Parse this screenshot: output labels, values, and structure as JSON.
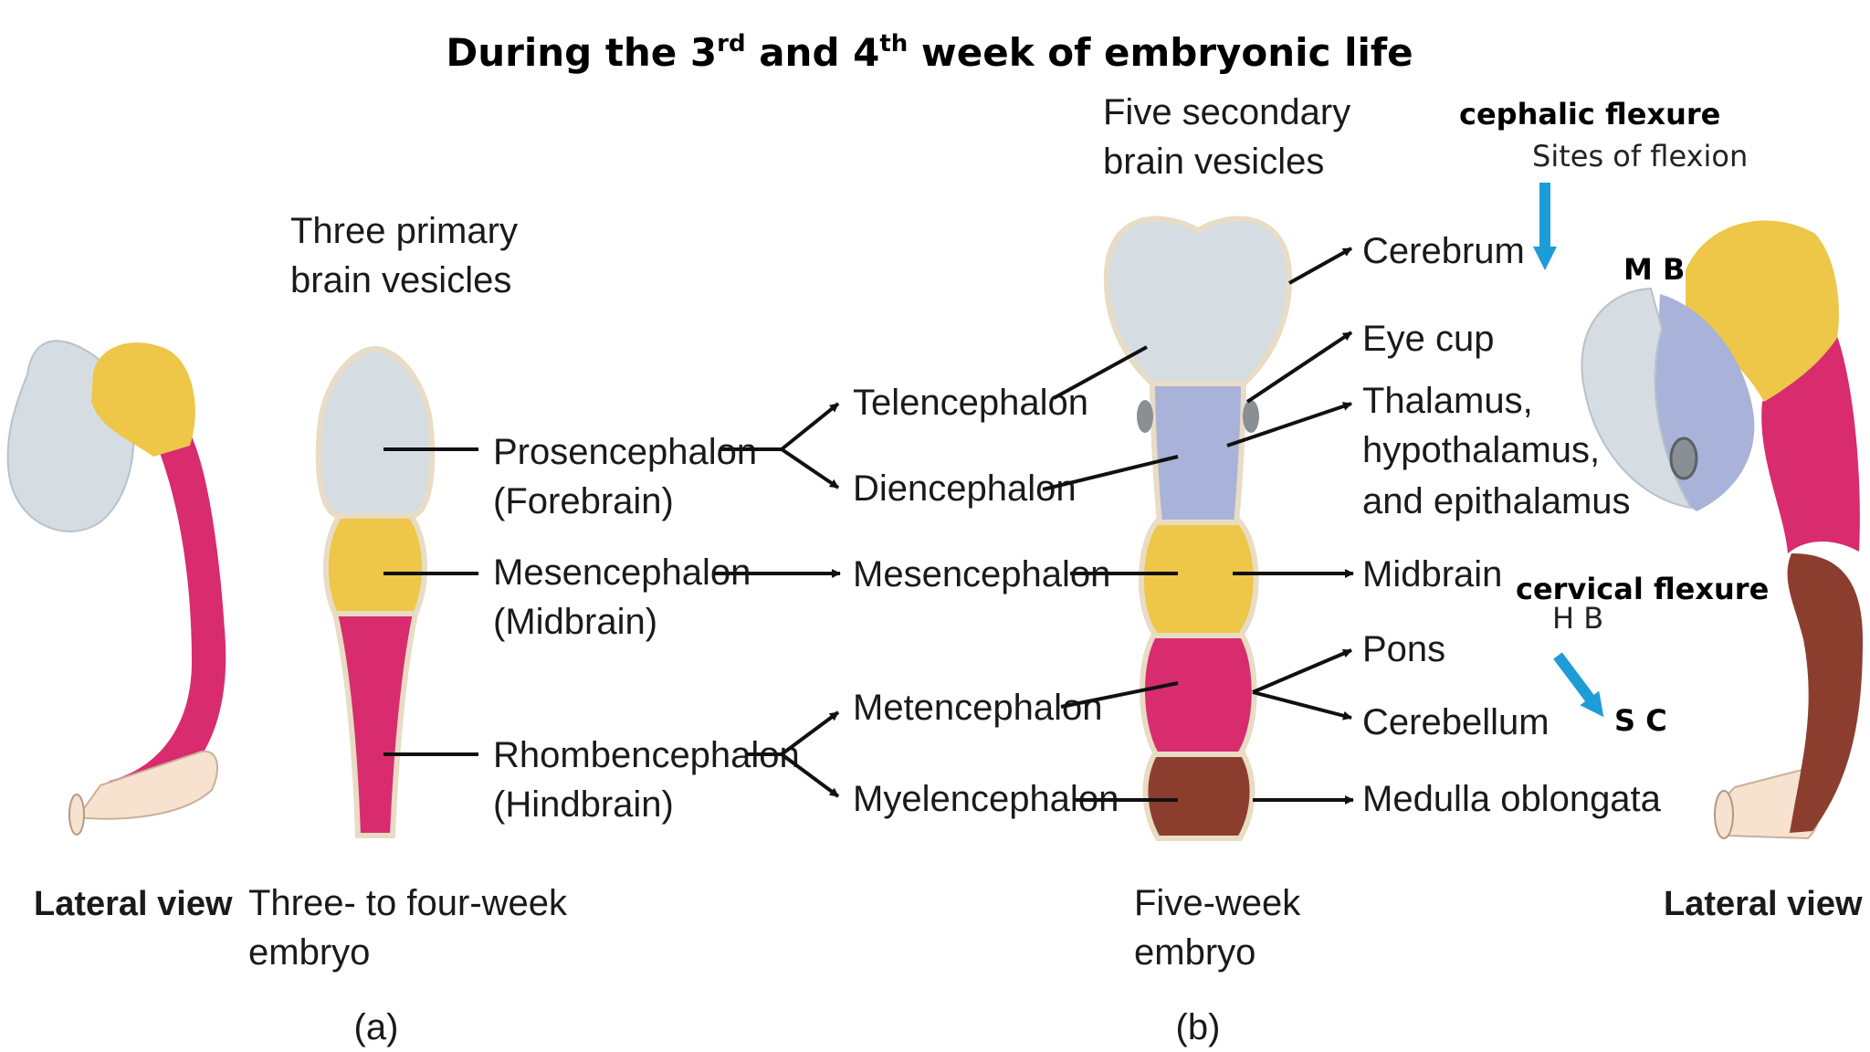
{
  "title": {
    "pre": "During the 3",
    "sup1": "rd",
    "mid": " and 4",
    "sup2": "th",
    "post": " week of embryonic life"
  },
  "left_view": {
    "caption": "Lateral view"
  },
  "stage_a": {
    "heading_1": "Three primary",
    "heading_2": "brain vesicles",
    "vesicles": [
      {
        "name": "Prosencephalon",
        "alt": "(Forebrain)"
      },
      {
        "name": "Mesencephalon",
        "alt": "(Midbrain)"
      },
      {
        "name": "Rhombencephalon",
        "alt": "(Hindbrain)"
      }
    ],
    "caption_1": "Three- to four-week",
    "caption_2": "embryo",
    "panel": "(a)"
  },
  "secondary": [
    "Telencephalon",
    "Diencephalon",
    "Mesencephalon",
    "Metencephalon",
    "Myelencephalon"
  ],
  "stage_b": {
    "heading_1": "Five secondary",
    "heading_2": "brain vesicles",
    "caption_1": "Five-week",
    "caption_2": "embryo",
    "panel": "(b)"
  },
  "adult_structures": {
    "cerebrum": "Cerebrum",
    "eye_cup": "Eye cup",
    "thalamus_1": "Thalamus,",
    "thalamus_2": "hypothalamus,",
    "thalamus_3": "and epithalamus",
    "midbrain": "Midbrain",
    "pons": "Pons",
    "cerebellum": "Cerebellum",
    "medulla": "Medulla oblongata"
  },
  "flexures": {
    "cephalic": "cephalic flexure",
    "sites": "Sites of flexion",
    "mb": "M B",
    "cervical": "cervical flexure",
    "hb": "H B",
    "sc": "S C"
  },
  "right_view": {
    "caption": "Lateral view"
  },
  "colors": {
    "forebrain": "#d5dde3",
    "midbrain": "#eec648",
    "hindbrain": "#d82c6e",
    "diencephalon": "#a9b2d8",
    "myelencephalon": "#8b3e2e",
    "spinal": "#f6e2cf",
    "flexion_arrow": "#1e9cd7"
  }
}
